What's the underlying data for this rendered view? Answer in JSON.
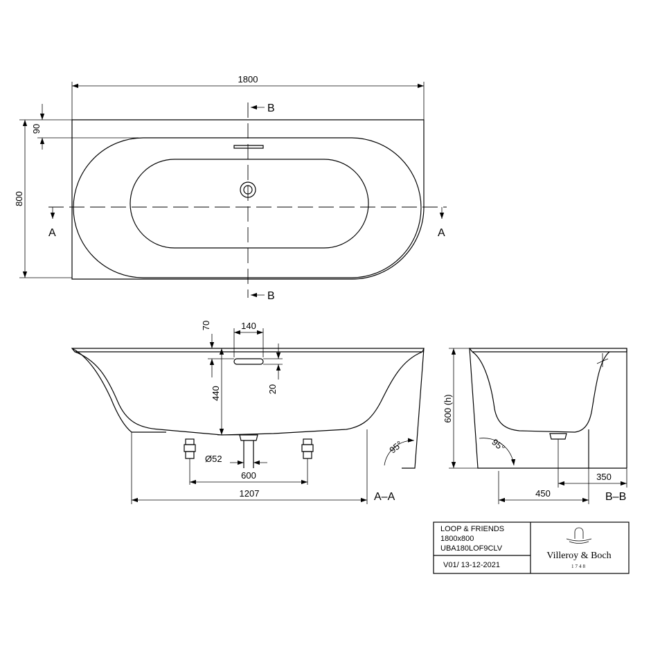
{
  "top_view": {
    "dim_length": "1800",
    "dim_width": "800",
    "dim_rim": "90",
    "section_a_left": "A",
    "section_a_right": "A",
    "section_b_top": "B",
    "section_b_bottom": "B"
  },
  "section_aa": {
    "dim_overflow_width": "140",
    "dim_overflow_top": "70",
    "dim_overflow_height": "20",
    "dim_depth": "440",
    "dim_waste_dia": "Ø52",
    "dim_feet_spacing": "600",
    "dim_base_length": "1207",
    "angle": "95°",
    "label": "A–A"
  },
  "section_bb": {
    "dim_height": "600 (h)",
    "angle": "95°",
    "dim_waste_offset": "350",
    "dim_base_width": "450",
    "label": "B–B"
  },
  "title_block": {
    "product": "LOOP & FRIENDS",
    "size": "1800x800",
    "code": "UBA180LOF9CLV",
    "version": "V01/ 13-12-2021",
    "brand": "Villeroy & Boch",
    "brand_year": "1748"
  }
}
